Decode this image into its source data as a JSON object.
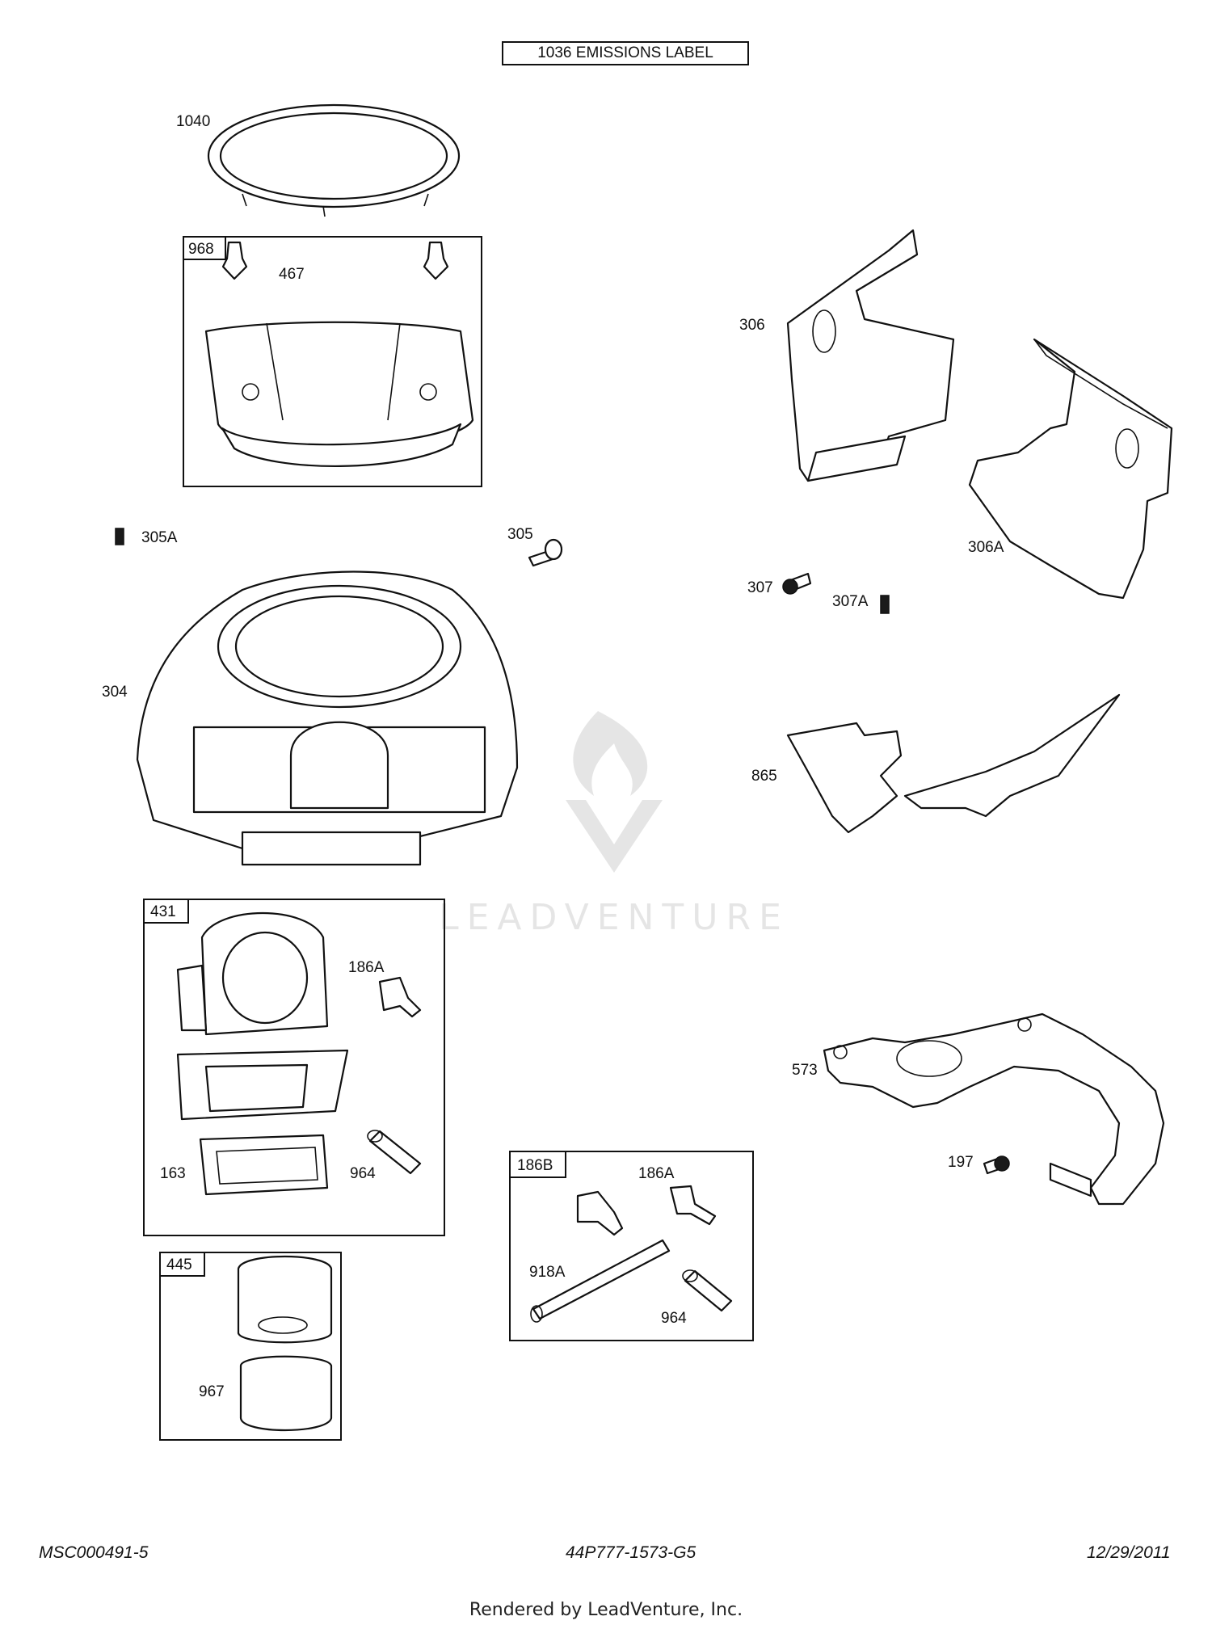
{
  "header": {
    "emissions_label": "1036 EMISSIONS LABEL"
  },
  "kit_boxes": {
    "box_968": "968",
    "box_431": "431",
    "box_445": "445",
    "box_186b": "186B"
  },
  "callouts": {
    "c1040": "1040",
    "c467": "467",
    "c305a": "305A",
    "c305": "305",
    "c304": "304",
    "c306": "306",
    "c306a": "306A",
    "c307": "307",
    "c307a": "307A",
    "c865": "865",
    "c186a_left": "186A",
    "c163": "163",
    "c964_left": "964",
    "c967": "967",
    "c186a_right": "186A",
    "c918a": "918A",
    "c964_right": "964",
    "c573": "573",
    "c197": "197"
  },
  "watermark": {
    "text": "LEADVENTURE"
  },
  "footer": {
    "left": "MSC000491-5",
    "center": "44P777-1573-G5",
    "right": "12/29/2011",
    "rendered_by": "Rendered by LeadVenture, Inc."
  }
}
